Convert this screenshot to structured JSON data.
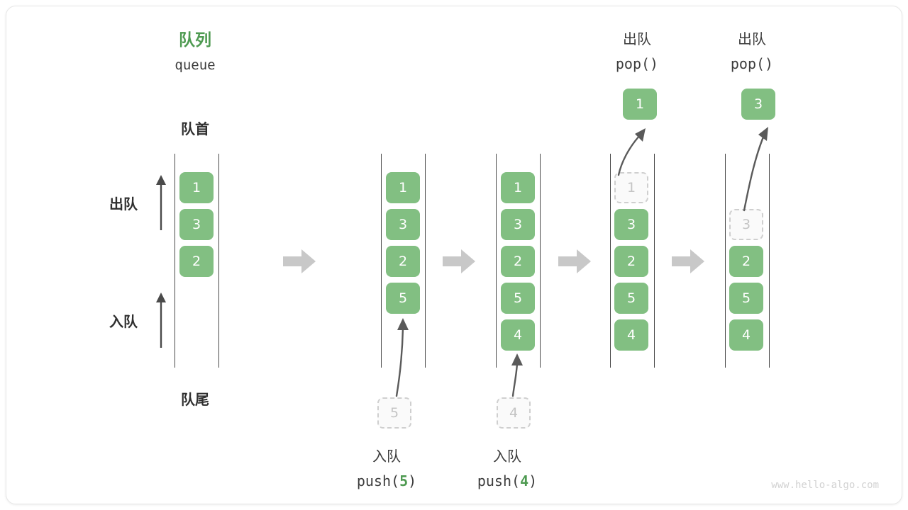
{
  "figure": {
    "title_cn": "队列",
    "title_en": "queue",
    "front_label": "队首",
    "rear_label": "队尾",
    "dequeue_label": "出队",
    "enqueue_label": "入队",
    "watermark": "www.hello-algo.com",
    "colors": {
      "accent_green": "#82bf82",
      "title_green": "#4e9a51",
      "rail": "#4a4a4a",
      "ghost_border": "#cfcfcf",
      "ghost_text": "#c4c4c4",
      "flow_arrow": "#c8c8c8",
      "text": "#3c3c3c",
      "watermark": "#d2d2d2"
    }
  },
  "operations": {
    "push5": {
      "cn": "入队",
      "code_pre": "push(",
      "code_num": "5",
      "code_post": ")"
    },
    "push4": {
      "cn": "入队",
      "code_pre": "push(",
      "code_num": "4",
      "code_post": ")"
    },
    "pop1": {
      "cn": "出队",
      "code": "pop()"
    },
    "pop2": {
      "cn": "出队",
      "code": "pop()"
    }
  },
  "stages": [
    {
      "id": "initial",
      "name": "initial-queue",
      "items": [
        {
          "value": "1",
          "state": "filled"
        },
        {
          "value": "3",
          "state": "filled"
        },
        {
          "value": "2",
          "state": "filled"
        }
      ],
      "incoming": null,
      "outgoing": null
    },
    {
      "id": "after-push-5",
      "name": "queue-after-push-5",
      "items": [
        {
          "value": "1",
          "state": "filled"
        },
        {
          "value": "3",
          "state": "filled"
        },
        {
          "value": "2",
          "state": "filled"
        },
        {
          "value": "5",
          "state": "filled"
        }
      ],
      "incoming": {
        "value": "5",
        "state": "ghost"
      },
      "outgoing": null
    },
    {
      "id": "after-push-4",
      "name": "queue-after-push-4",
      "items": [
        {
          "value": "1",
          "state": "filled"
        },
        {
          "value": "3",
          "state": "filled"
        },
        {
          "value": "2",
          "state": "filled"
        },
        {
          "value": "5",
          "state": "filled"
        },
        {
          "value": "4",
          "state": "filled"
        }
      ],
      "incoming": {
        "value": "4",
        "state": "ghost"
      },
      "outgoing": null
    },
    {
      "id": "after-pop-1",
      "name": "queue-after-pop-1",
      "items": [
        {
          "value": "1",
          "state": "ghost"
        },
        {
          "value": "3",
          "state": "filled"
        },
        {
          "value": "2",
          "state": "filled"
        },
        {
          "value": "5",
          "state": "filled"
        },
        {
          "value": "4",
          "state": "filled"
        }
      ],
      "incoming": null,
      "outgoing": {
        "value": "1",
        "state": "filled"
      }
    },
    {
      "id": "after-pop-3",
      "name": "queue-after-pop-3",
      "items": [
        {
          "value": "",
          "state": "empty"
        },
        {
          "value": "3",
          "state": "ghost"
        },
        {
          "value": "2",
          "state": "filled"
        },
        {
          "value": "5",
          "state": "filled"
        },
        {
          "value": "4",
          "state": "filled"
        }
      ],
      "incoming": null,
      "outgoing": {
        "value": "3",
        "state": "filled"
      }
    }
  ]
}
